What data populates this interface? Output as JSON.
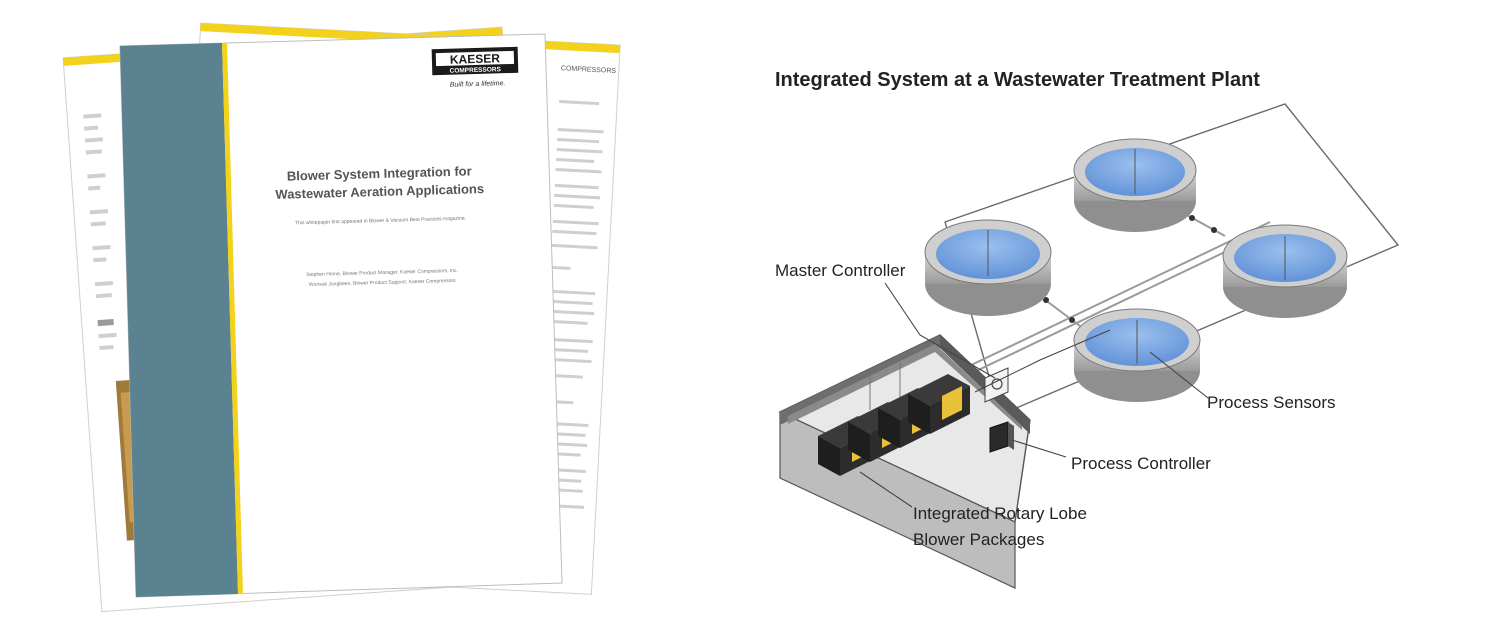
{
  "brochure": {
    "brand_name": "KAESER",
    "brand_sub": "COMPRESSORS",
    "tagline": "Built for a lifetime.",
    "title_line1": "Blower System Integration for",
    "title_line2": "Wastewater Aeration Applications",
    "subtitle": "This whitepaper first appeared in Blower & Vacuum Best Practices magazine.",
    "author1": "Stephen Horne, Blower Product Manager, Kaeser Compressors, Inc.",
    "author2": "Wonsuk Jungbeen, Blower Product Support, Kaeser Compressors",
    "back_header": "COMPRESSORS"
  },
  "diagram": {
    "title": "Integrated System at a Wastewater Treatment Plant",
    "labels": {
      "master_controller": "Master Controller",
      "process_sensors": "Process Sensors",
      "process_controller": "Process Controller",
      "blower_line1": "Integrated Rotary Lobe",
      "blower_line2": "Blower Packages"
    }
  },
  "colors": {
    "teal_band": "#5a8290",
    "yellow_accent": "#f2d21a",
    "water_blue": "#7ea8e0",
    "tank_gray": "#b8b8b8",
    "blower_yellow": "#e9c23a"
  }
}
